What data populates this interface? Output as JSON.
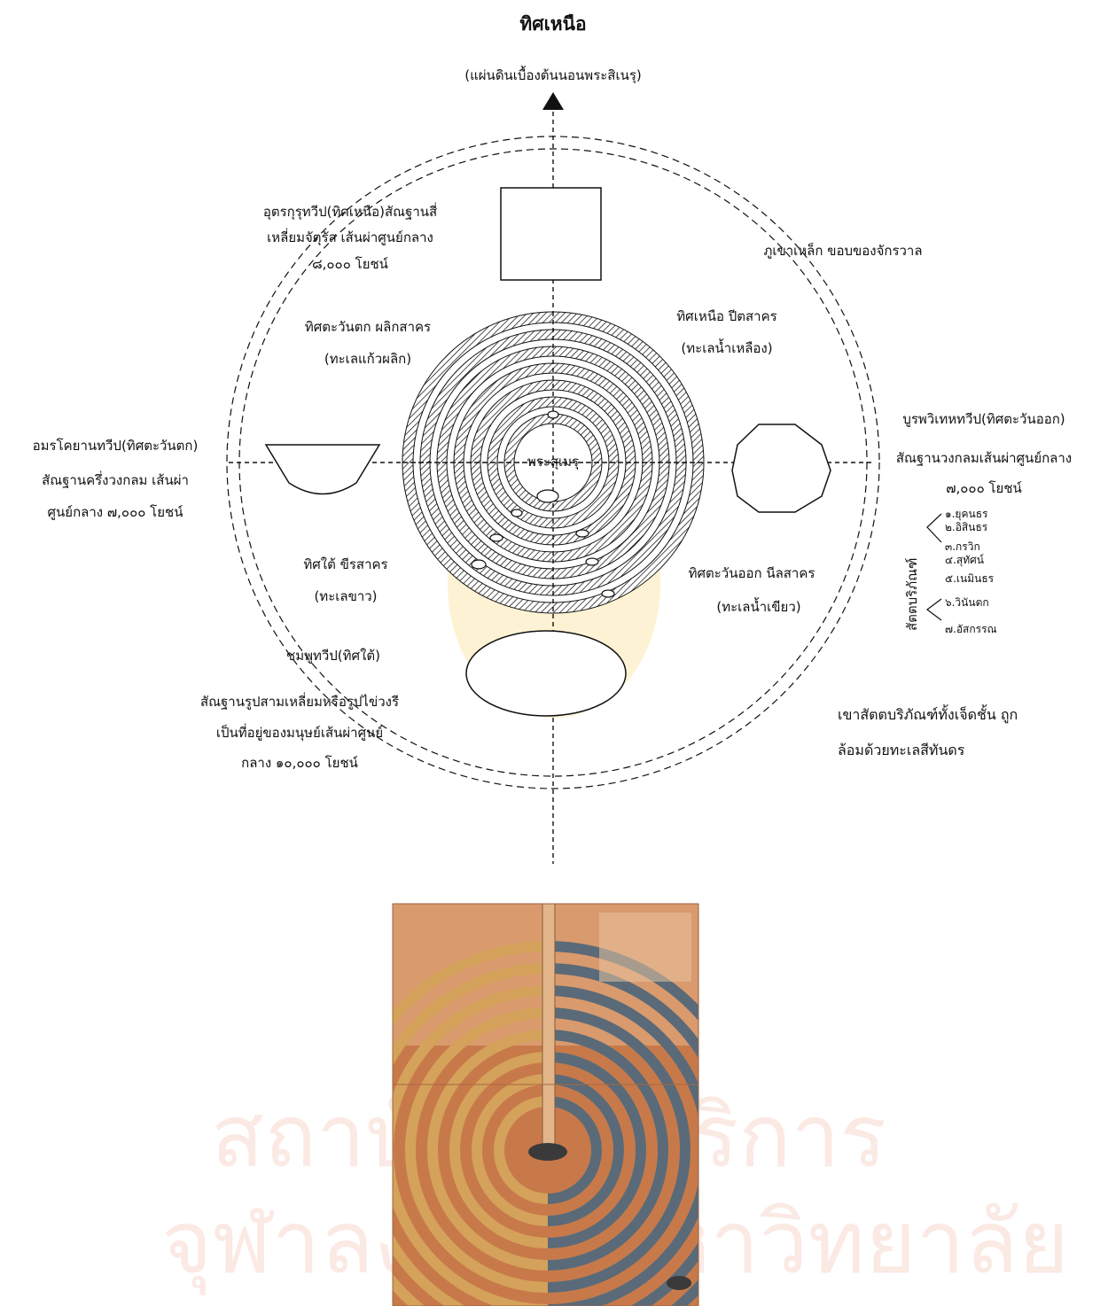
{
  "diagram": {
    "title": "ทิศเหนือ",
    "north_note": "(แผ่นดินเบื้องต้นนอนพระสิเนรุ)",
    "center_label": "พระสุเมรุ",
    "rim_label": "ภูเขาเหล็ก ขอบของจักรวาล",
    "north_continent": {
      "lines": [
        "อุตรกุรุทวีป(ทิศเหนือ)สัณฐานสี่",
        "เหลี่ยมจัตุรัส เส้นผ่าศูนย์กลาง",
        "๘,๐๐๐ โยชน์"
      ]
    },
    "west_continent": {
      "lines": [
        "อมรโคยานทวีป(ทิศตะวันตก)",
        "สัณฐานครึ่งวงกลม เส้นผ่า",
        "ศูนย์กลาง ๗,๐๐๐ โยชน์"
      ]
    },
    "east_continent": {
      "lines": [
        "บูรพวิเทหทวีป(ทิศตะวันออก)",
        "สัณฐานวงกลมเส้นผ่าศูนย์กลาง",
        "๗,๐๐๐ โยชน์"
      ]
    },
    "south_continent": {
      "lines": [
        "ชมพูทวีป(ทิศใต้)",
        "สัณฐานรูปสามเหลี่ยมหรือรูปไข่วงรี",
        "เป็นที่อยู่ของมนุษย์เส้นผ่าศูนย์",
        "กลาง ๑๐,๐๐๐ โยชน์"
      ]
    },
    "sea_west": [
      "ทิศตะวันตก ผลิกสาคร",
      "(ทะเลแก้วผลิก)"
    ],
    "sea_north": [
      "ทิศเหนือ ปีตสาคร",
      "(ทะเลน้ำเหลือง)"
    ],
    "sea_south": [
      "ทิศใต้ ขีรสาคร",
      "(ทะเลขาว)"
    ],
    "sea_east": [
      "ทิศตะวันออก นีลสาคร",
      "(ทะเลน้ำเขียว)"
    ],
    "satta_label": "สัตตบริภัณฑ์",
    "satta_list": [
      "๑.ยุคนธร",
      "๒.อิสินธร",
      "๓.กรวิก",
      "๔.สุทัศน์",
      "๕.เนมินธร",
      "๖.วินันตก",
      "๗.อัสกรรณ"
    ],
    "note_lines": [
      "เขาสัตตบริภัณฑ์ทั้งเจ็ดชั้น ถูก",
      "ล้อมด้วยทะเลสีทันดร"
    ]
  },
  "watermark": {
    "line1": "สถาบันวิทยบริการ",
    "line2": "จุฬาลงกรณ์มหาวิทยาลัย"
  },
  "colors": {
    "ink": "#111111",
    "watermark": "#fbe9e4",
    "photo_orange": "#c8794a",
    "photo_blue": "#5a6a78",
    "photo_gold": "#d4a25a"
  }
}
